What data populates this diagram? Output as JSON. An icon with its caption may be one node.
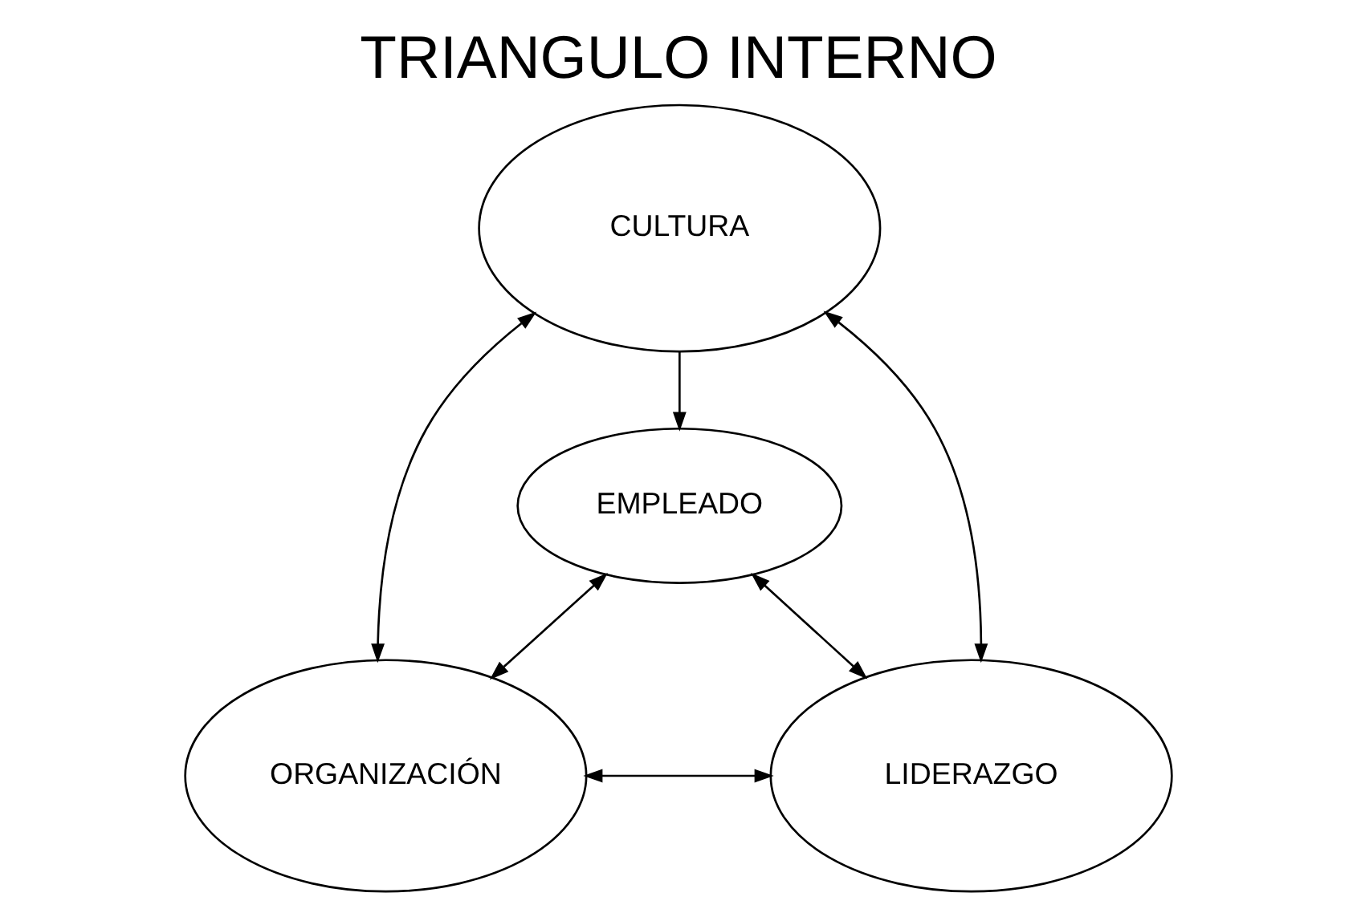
{
  "diagram": {
    "title": "TRIANGULO INTERNO",
    "nodes": [
      {
        "text": [
          "CULTURA"
        ]
      },
      {
        "text": [
          "EMPLEADO"
        ]
      },
      {
        "text": [
          "ORGANIZACIÓN"
        ]
      },
      {
        "text": [
          "LIDERAZGO"
        ]
      }
    ],
    "edges": [
      {
        "from": 0,
        "to": 1,
        "arrow": "to"
      },
      {
        "from": 0,
        "to": 2,
        "arrow": "both"
      },
      {
        "from": 0,
        "to": 3,
        "arrow": "both"
      },
      {
        "from": 1,
        "to": 2,
        "arrow": "both"
      },
      {
        "from": 1,
        "to": 3,
        "arrow": "both"
      },
      {
        "from": 2,
        "to": 3,
        "arrow": "both"
      }
    ]
  }
}
